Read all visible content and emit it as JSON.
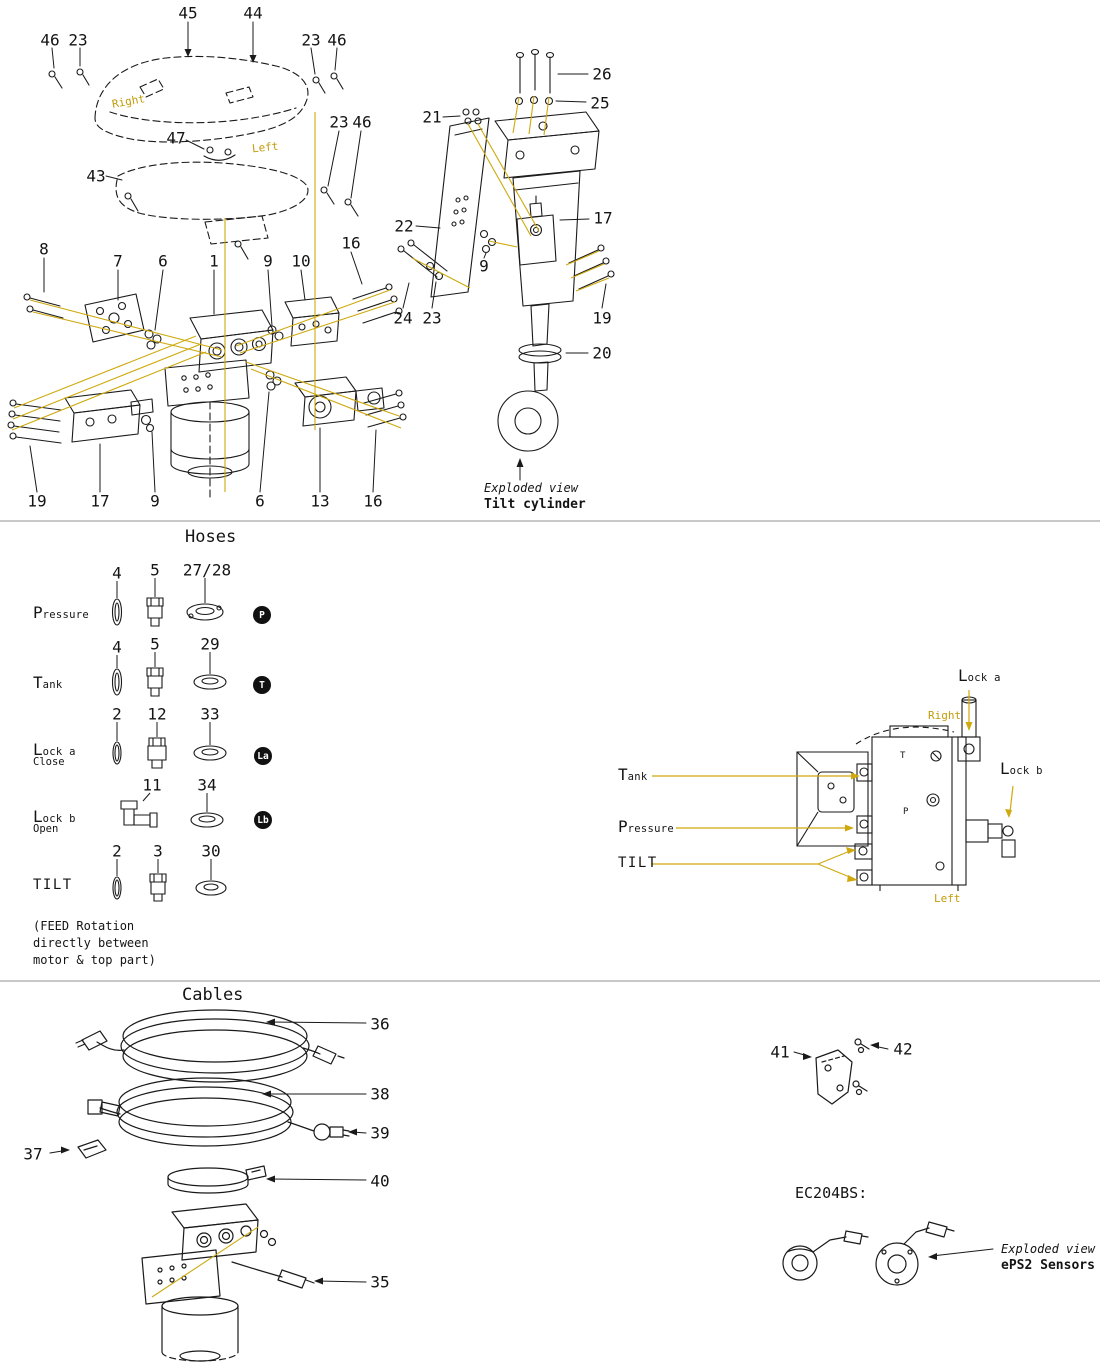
{
  "colors": {
    "line": "#1a1a1a",
    "yellow": "#c7a20d",
    "badge": "#111111",
    "divider": "#909090"
  },
  "top": {
    "callouts": [
      "46",
      "23",
      "45",
      "44",
      "23",
      "46",
      "23",
      "46",
      "47",
      "43",
      "8",
      "7",
      "6",
      "1",
      "9",
      "10",
      "16",
      "21",
      "26",
      "25",
      "22",
      "17",
      "9",
      "24",
      "23",
      "19",
      "20",
      "19",
      "17",
      "9",
      "6",
      "13",
      "16"
    ],
    "right_label": "Right",
    "left_label": "Left",
    "caption_italic": "Exploded view",
    "caption_bold": "Tilt cylinder"
  },
  "hoses": {
    "title": "Hoses",
    "rows": [
      {
        "big": "P",
        "small": "ressure",
        "nums": [
          "4",
          "5",
          "27/28"
        ],
        "badge": "P"
      },
      {
        "big": "T",
        "small": "ank",
        "nums": [
          "4",
          "5",
          "29"
        ],
        "badge": "T"
      },
      {
        "big": "L",
        "small": "ock a",
        "sub": "Close",
        "nums": [
          "2",
          "12",
          "33"
        ],
        "badge": "La"
      },
      {
        "big": "L",
        "small": "ock b",
        "sub": "Open",
        "nums": [
          "11",
          "34"
        ],
        "badge": "Lb"
      },
      {
        "big": "TILT",
        "small": "",
        "nums": [
          "2",
          "3",
          "30"
        ]
      }
    ],
    "note": [
      "(FEED Rotation",
      "directly between",
      "motor & top part)"
    ],
    "diagram": {
      "tank_big": "T",
      "tank_small": "ank",
      "pressure_big": "P",
      "pressure_small": "ressure",
      "tilt": "TILT",
      "lock_a_big": "L",
      "lock_a_small": "ock a",
      "lock_b_big": "L",
      "lock_b_small": "ock b",
      "right": "Right",
      "left": "Left",
      "port_t": "T",
      "port_p": "P"
    }
  },
  "cables": {
    "title": "Cables",
    "callouts": [
      "36",
      "38",
      "39",
      "37",
      "40",
      "35",
      "41",
      "42"
    ],
    "ec_label": "EC204BS:",
    "caption_italic": "Exploded view",
    "caption_bold": "ePS2 Sensors"
  }
}
